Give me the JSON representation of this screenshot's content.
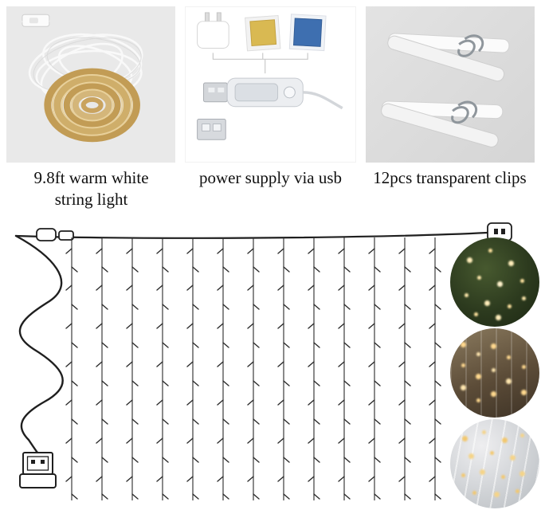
{
  "captions": {
    "item1": "9.8ft warm white string light",
    "item2": "power supply via usb",
    "item3": "12pcs transparent clips"
  },
  "photos": {
    "item1_icon": "coiled-string-light-photo",
    "item2_icon": "usb-power-supply-photo",
    "item3_icon": "transparent-clips-photo"
  },
  "diagram": {
    "strings_count": 13,
    "insets": [
      {
        "name": "lights-on-greenery-photo"
      },
      {
        "name": "lights-on-curtain-photo"
      },
      {
        "name": "warm-white-lights-closeup-photo"
      }
    ]
  },
  "colors": {
    "photo_bg": "#e9e9e9",
    "wire": "#1f1f1f",
    "gold_coil": "#c9a35f",
    "warm_light": "#ffe9ad",
    "gold_box": "#d9b952",
    "blue_box": "#3e6fb0"
  }
}
